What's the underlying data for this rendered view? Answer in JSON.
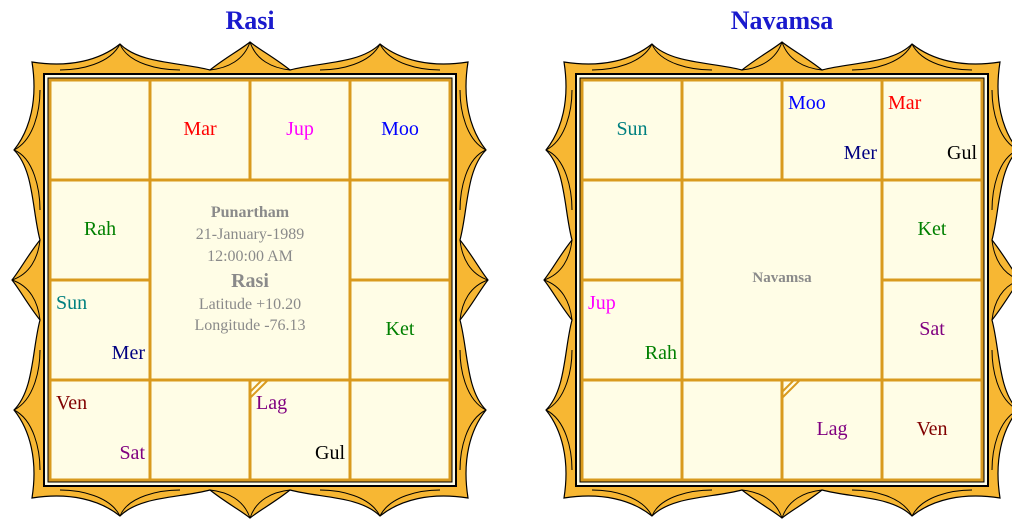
{
  "rasi": {
    "title": "Rasi",
    "center": {
      "nakshatra": "Punartham",
      "date": "21-January-1989",
      "time": "12:00:00 AM",
      "name": "Rasi",
      "latitude": "Latitude +10.20",
      "longitude": "Longitude -76.13"
    },
    "houses": {
      "pisces": [],
      "aries": [
        {
          "label": "Mar",
          "color": "#ff0000"
        }
      ],
      "taurus": [
        {
          "label": "Jup",
          "color": "#ff00ff"
        }
      ],
      "gemini": [
        {
          "label": "Moo",
          "color": "#0000ff"
        }
      ],
      "aquarius": [
        {
          "label": "Rah",
          "color": "#008000"
        }
      ],
      "cancer": [],
      "capricorn": [
        {
          "label": "Sun",
          "color": "#008080"
        },
        {
          "label": "Mer",
          "color": "#000080"
        }
      ],
      "leo": [
        {
          "label": "Ket",
          "color": "#008000"
        }
      ],
      "sagittarius": [
        {
          "label": "Ven",
          "color": "#800000"
        },
        {
          "label": "Sat",
          "color": "#800080"
        }
      ],
      "scorpio": [],
      "libra": [
        {
          "label": "Lag",
          "color": "#800080"
        },
        {
          "label": "Gul",
          "color": "#000000"
        }
      ],
      "virgo": []
    }
  },
  "navamsa": {
    "title": "Navamsa",
    "center": {
      "name": "Navamsa"
    },
    "houses": {
      "pisces": [
        {
          "label": "Sun",
          "color": "#008080"
        }
      ],
      "aries": [],
      "taurus": [
        {
          "label": "Moo",
          "color": "#0000ff"
        },
        {
          "label": "Mer",
          "color": "#000080"
        }
      ],
      "gemini": [
        {
          "label": "Mar",
          "color": "#ff0000"
        },
        {
          "label": "Gul",
          "color": "#000000"
        }
      ],
      "aquarius": [],
      "cancer": [
        {
          "label": "Ket",
          "color": "#008000"
        }
      ],
      "capricorn": [
        {
          "label": "Jup",
          "color": "#ff00ff"
        },
        {
          "label": "Rah",
          "color": "#008000"
        }
      ],
      "leo": [
        {
          "label": "Sat",
          "color": "#800080"
        }
      ],
      "sagittarius": [],
      "scorpio": [],
      "libra": [
        {
          "label": "Lag",
          "color": "#800080"
        }
      ],
      "virgo": [
        {
          "label": "Ven",
          "color": "#800000"
        }
      ]
    }
  },
  "colors": {
    "title": "#1a1acd",
    "frame_gold": "#f7b733",
    "frame_outline": "#000000",
    "grid_line": "#d99a1e",
    "cell_bg": "#fffde6",
    "center_text": "#8a8a8a"
  }
}
